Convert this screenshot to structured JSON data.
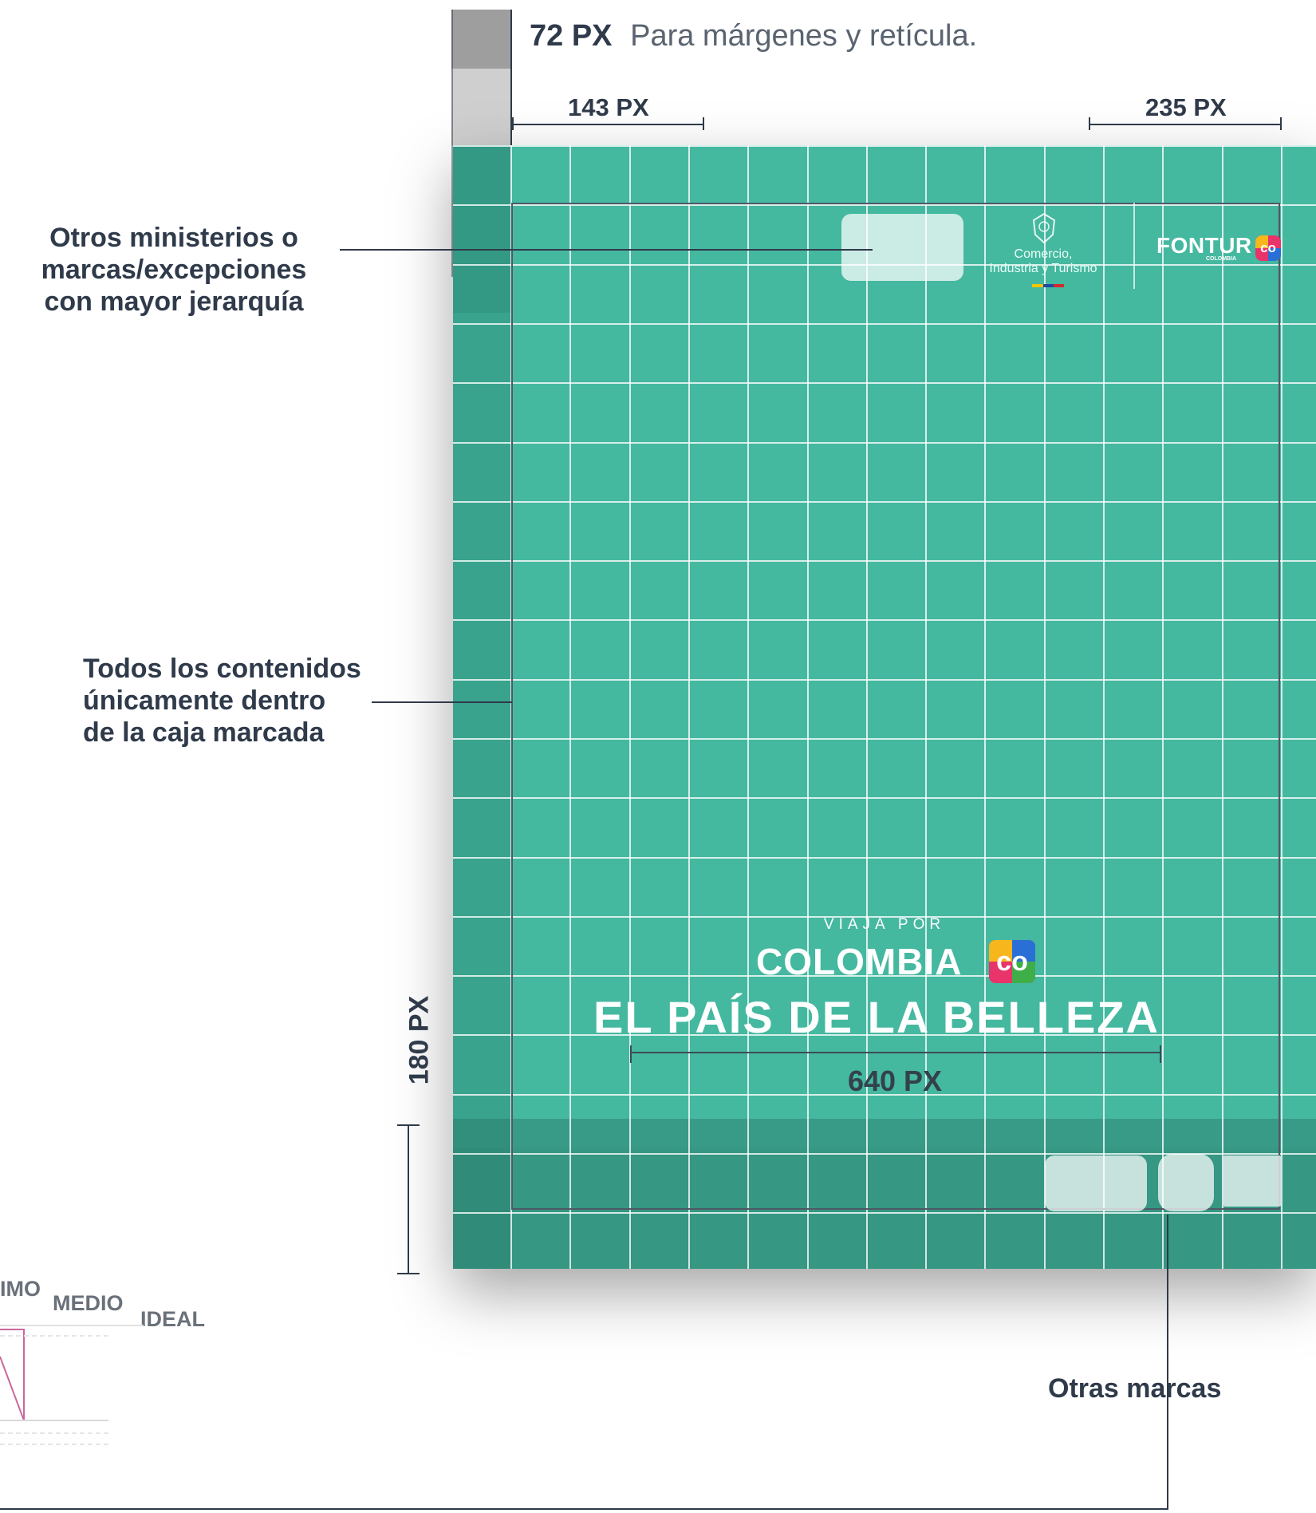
{
  "header": {
    "margin_value": "72 PX",
    "margin_note": "Para márgenes y retícula.",
    "dim_left": "143 PX",
    "dim_right": "235 PX"
  },
  "callouts": {
    "top_left": [
      "Otros ministerios o",
      "marcas/excepciones",
      "con mayor jerarquía"
    ],
    "mid_left": [
      "Todos los contenidos",
      "únicamente dentro",
      "de la caja marcada"
    ],
    "bottom_right": "Otras marcas"
  },
  "dimensions": {
    "footer_height": "180 PX",
    "tagline_width": "640 PX"
  },
  "artboard": {
    "background": "#45b8a0",
    "ministry_logo": [
      "Comercio,",
      "Industria y Turismo"
    ],
    "fontur_logo": "FONTUR",
    "fontur_sub": "COLOMBIA",
    "co_badge": "co",
    "tagline_small": "VIAJA POR",
    "tagline_brand": "COLOMBIA",
    "tagline_big": "EL PAÍS DE LA BELLEZA"
  },
  "legend_fragment": {
    "items": [
      "IMO",
      "MEDIO",
      "IDEAL"
    ]
  },
  "colors": {
    "accent_teal": "#45b8a0",
    "text_dark": "#2f3a4a",
    "pink_line": "#c9679b"
  }
}
